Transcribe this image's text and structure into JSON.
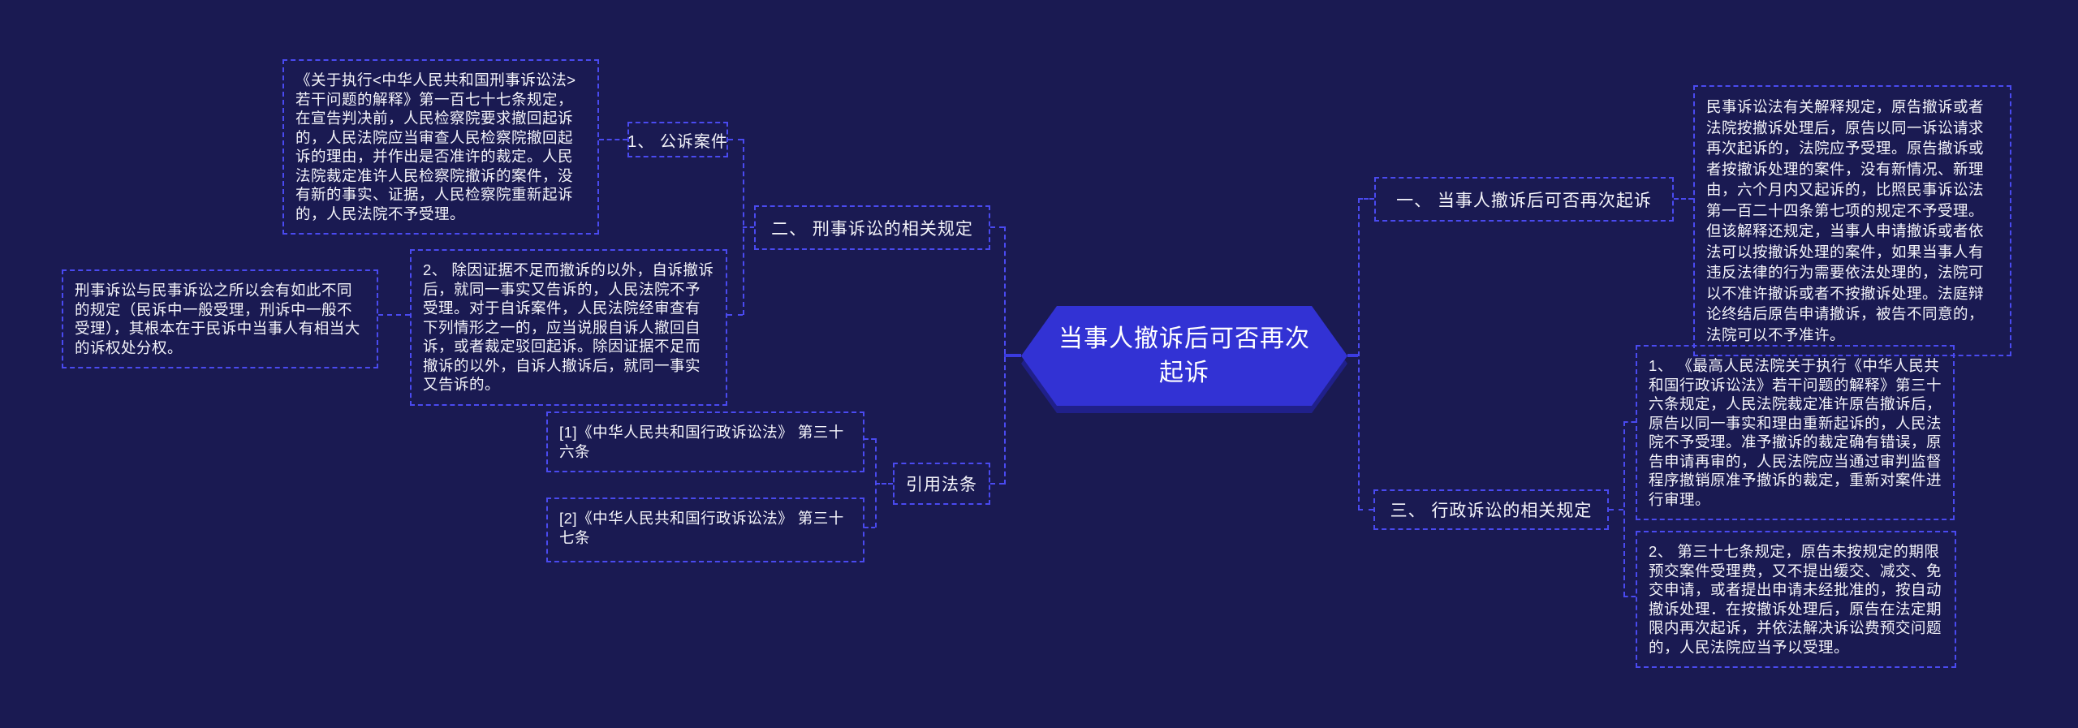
{
  "colors": {
    "background": "#1a1a52",
    "connector_line": "#4a4af0",
    "root_node_fill": "#3232d4",
    "root_node_shadow": "#20208a",
    "text": "#f4f4fa"
  },
  "root": {
    "title": "当事人撤诉后可否再次起诉"
  },
  "branches": {
    "criminal": {
      "label": "二、 刑事诉讼的相关规定",
      "public_prosecution": {
        "label": "1、 公诉案件",
        "note": "《关于执行<中华人民共和国刑事诉讼法>若干问题的解释》第一百七十七条规定，在宣告判决前，人民检察院要求撤回起诉的，人民法院应当审查人民检察院撤回起诉的理由，并作出是否准许的裁定。人民法院裁定准许人民检察院撤诉的案件，没有新的事实、证据，人民检察院重新起诉的，人民法院不予受理。"
      },
      "private_prosecution": {
        "text": "2、 除因证据不足而撤诉的以外，自诉撤诉后，就同一事实又告诉的，人民法院不予受理。对于自诉案件，人民法院经审查有下列情形之一的，应当说服自诉人撤回自诉，或者裁定驳回起诉。除因证据不足而撤诉的以外，自诉人撤诉后，就同一事实又告诉的。",
        "note": "刑事诉讼与民事诉讼之所以会有如此不同的规定（民诉中一般受理，刑诉中一般不受理），其根本在于民诉中当事人有相当大的诉权处分权。"
      }
    },
    "citations": {
      "label": "引用法条",
      "items": [
        "[1]《中华人民共和国行政诉讼法》 第三十六条",
        "[2]《中华人民共和国行政诉讼法》 第三十七条"
      ]
    },
    "civil": {
      "label": "一、 当事人撤诉后可否再次起诉",
      "note": "民事诉讼法有关解释规定，原告撤诉或者法院按撤诉处理后，原告以同一诉讼请求再次起诉的，法院应予受理。原告撤诉或者按撤诉处理的案件，没有新情况、新理由，六个月内又起诉的，比照民事诉讼法第一百二十四条第七项的规定不予受理。但该解释还规定，当事人申请撤诉或者依法可以按撤诉处理的案件，如果当事人有违反法律的行为需要依法处理的，法院可以不准许撤诉或者不按撤诉处理。法庭辩论终结后原告申请撤诉，被告不同意的，法院可以不予准许。"
    },
    "administrative": {
      "label": "三、 行政诉讼的相关规定",
      "items": [
        "1、 《最高人民法院关于执行《中华人民共和国行政诉讼法》若干问题的解释》第三十六条规定，人民法院裁定准许原告撤诉后，原告以同一事实和理由重新起诉的，人民法院不予受理。准予撤诉的裁定确有错误，原告申请再审的，人民法院应当通过审判监督程序撤销原准予撤诉的裁定，重新对案件进行审理。",
        "2、 第三十七条规定，原告未按规定的期限预交案件受理费，又不提出缓交、减交、免交申请，或者提出申请未经批准的，按自动撤诉处理．在按撤诉处理后，原告在法定期限内再次起诉，并依法解决诉讼费预交问题的，人民法院应当予以受理。"
      ]
    }
  }
}
